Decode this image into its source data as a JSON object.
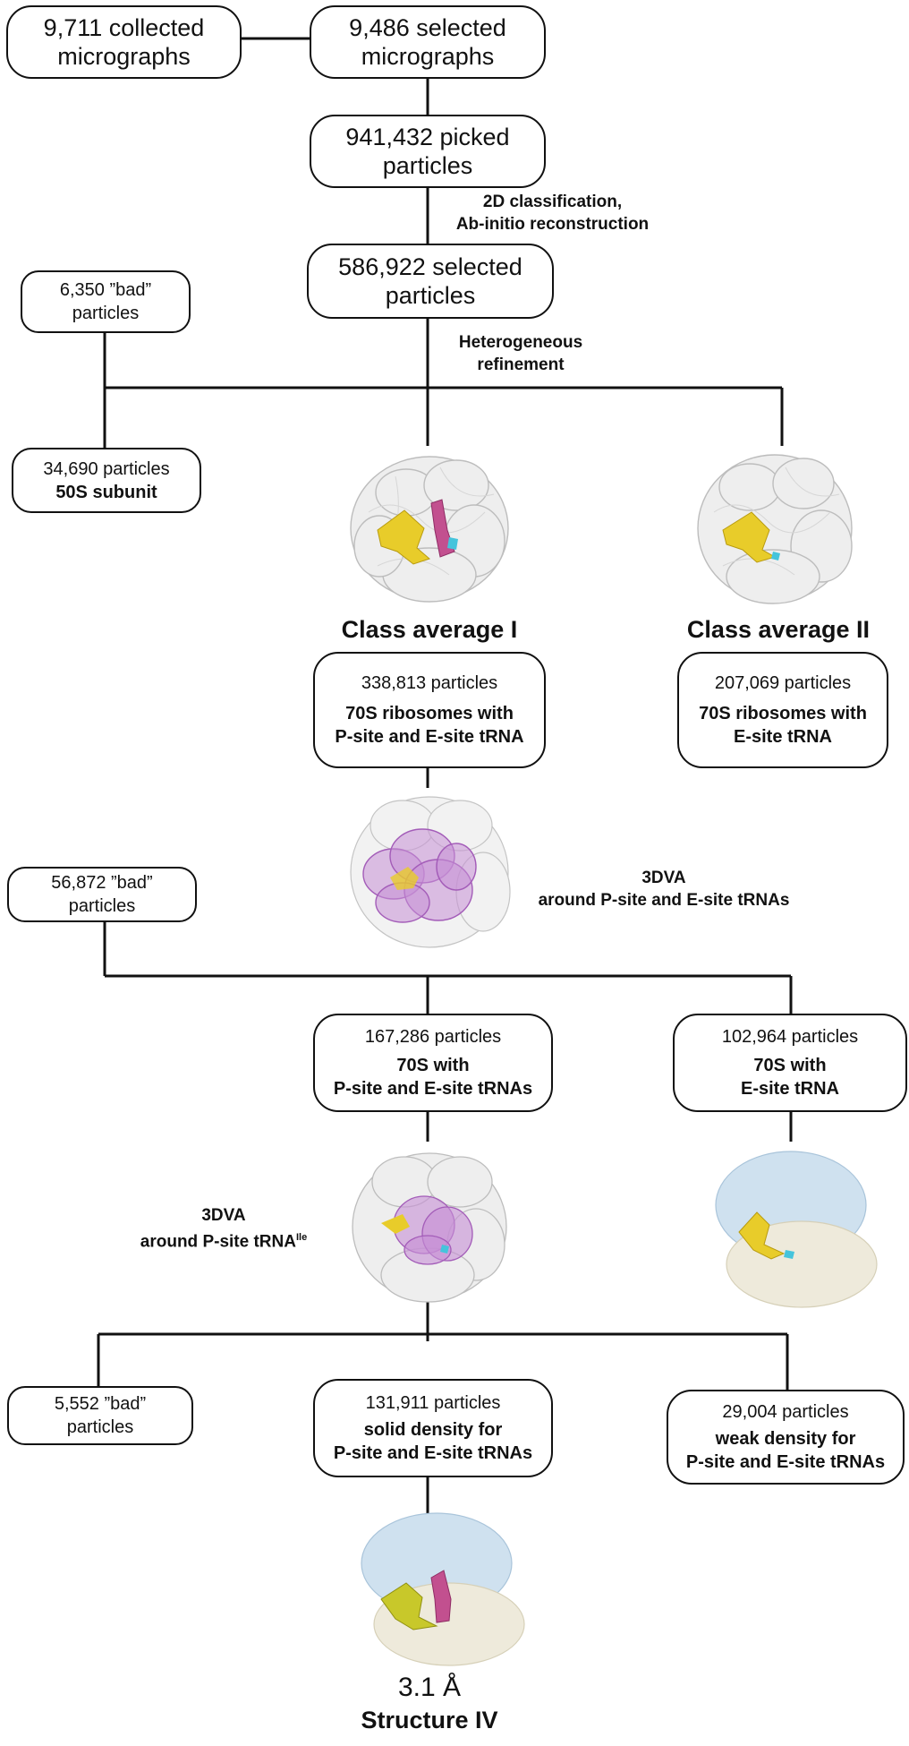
{
  "nodes": {
    "collected": {
      "line1": "9,711 collected",
      "line2": "micrographs"
    },
    "selected_micrographs": {
      "line1": "9,486 selected",
      "line2": "micrographs"
    },
    "picked": {
      "line1": "941,432 picked",
      "line2": "particles"
    },
    "selected_particles": {
      "line1": "586,922 selected",
      "line2": "particles"
    },
    "bad1": {
      "line1": "6,350 ”bad”",
      "line2": "particles"
    },
    "subunit50s": {
      "line1": "34,690 particles",
      "line2": "50S subunit"
    },
    "class1_box": {
      "count": "338,813 particles",
      "line2": "70S ribosomes with",
      "line3": "P-site and E-site tRNA"
    },
    "class2_box": {
      "count": "207,069 particles",
      "line2": "70S ribosomes with",
      "line3": "E-site tRNA"
    },
    "bad2": {
      "line1": "56,872 ”bad”",
      "line2": "particles"
    },
    "ps_es_167": {
      "count": "167,286 particles",
      "line2": "70S with",
      "line3": "P-site and E-site tRNAs"
    },
    "es_102": {
      "count": "102,964 particles",
      "line2": "70S with",
      "line3": "E-site tRNA"
    },
    "bad3": {
      "line1": "5,552 ”bad”",
      "line2": "particles"
    },
    "solid": {
      "count": "131,911 particles",
      "line2": "solid density for",
      "line3": "P-site and E-site tRNAs"
    },
    "weak": {
      "count": "29,004 particles",
      "line2": "weak density for",
      "line3": "P-site and E-site tRNAs"
    }
  },
  "steps": {
    "step1_line1": "2D classification,",
    "step1_line2": "Ab-initio reconstruction",
    "step2_line1": "Heterogeneous",
    "step2_line2": "refinement",
    "step3_line1": "3DVA",
    "step3_line2": "around P-site and E-site tRNAs",
    "step4_line1": "3DVA",
    "step4_line2": "around P-site tRNA",
    "step4_sup": "Ile"
  },
  "titles": {
    "class1": "Class average I",
    "class2": "Class average II",
    "resolution": "3.1 Å",
    "structure": "Structure IV"
  },
  "colors": {
    "line": "#111111",
    "map_grey": "#cfcfcf",
    "trna_yellow": "#e8cc2a",
    "trna_pink": "#c2508f",
    "cyan": "#45c4dc",
    "mask_purple": "#c78fd6",
    "subunit_blue": "#cfe1ef",
    "subunit_cream": "#eeeadb"
  }
}
